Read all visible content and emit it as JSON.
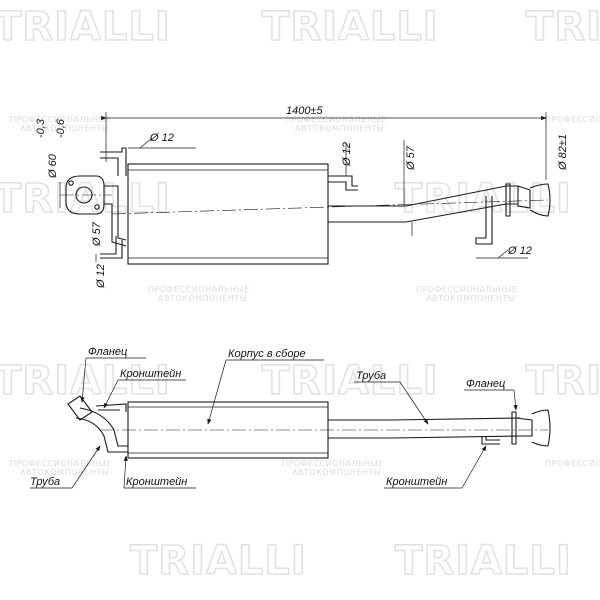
{
  "watermark": {
    "brand": "TRIALLI",
    "tagline_1": "ПРОФЕССИОНАЛЬНЫЕ",
    "tagline_2": "АВТОКОМПОНЕНТЫ"
  },
  "dimensions": {
    "overall_length": "1400±5",
    "flange_tolerance": "-0,3",
    "flange_tolerance_2": "-0,6",
    "flange_dia": "Ø 60",
    "bracket_dia_top": "Ø 12",
    "bracket_dia_mid": "Ø 12",
    "pipe_dia_right": "Ø 57",
    "outlet_dia": "Ø 82±1",
    "pipe_dia_left": "Ø 57",
    "bracket_dia_left": "Ø 12",
    "bracket_dia_right": "Ø 12"
  },
  "labels": {
    "flange_left": "Фланец",
    "bracket_top_left": "Кронштейн",
    "body_assembly": "Корпус в сборе",
    "pipe_right": "Труба",
    "flange_right": "Фланец",
    "pipe_left": "Труба",
    "bracket_bottom_left": "Кронштейн",
    "bracket_bottom_right": "Кронштейн"
  }
}
